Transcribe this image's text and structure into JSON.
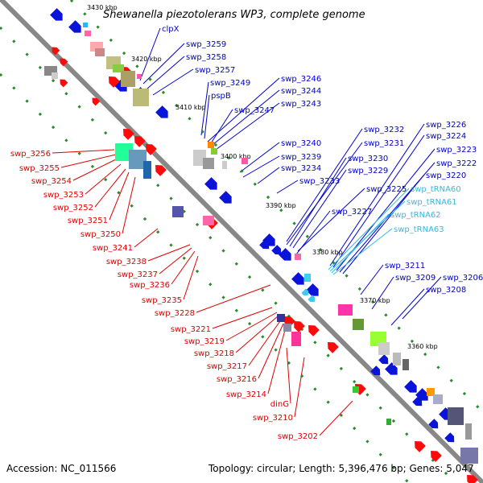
{
  "title": "Shewanella piezotolerans WP3, complete genome",
  "footer": {
    "accession": "Accession: NC_011566",
    "summary": "Topology: circular; Length: 5,396,476 bp; Genes: 5,047"
  },
  "colors": {
    "forward_label": "#0000cc",
    "reverse_label": "#dd0000",
    "trna_label": "#33bbdd",
    "backbone": "#888888",
    "cds_forward": "#0a14d8",
    "cds_reverse": "#ff0a0a",
    "trna": "#40c8ee",
    "tick_mark": "#2a8a2a"
  },
  "ticks": [
    "3430 kbp",
    "3420 kbp",
    "3410 kbp",
    "3400 kbp",
    "3390 kbp",
    "3380 kbp",
    "3370 kbp",
    "3360 kbp"
  ],
  "forward_labels": [
    "clpX",
    "swp_3259",
    "swp_3258",
    "swp_3257",
    "swp_3249",
    "pspB",
    "swp_3247",
    "swp_3246",
    "swp_3244",
    "swp_3243",
    "swp_3240",
    "swp_3239",
    "swp_3234",
    "swp_3233",
    "swp_3232",
    "swp_3231",
    "swp_3230",
    "swp_3229",
    "swp_3225",
    "swp_3227",
    "swp_3226",
    "swp_3224",
    "swp_3223",
    "swp_3222",
    "swp_3220",
    "swp_3211",
    "swp_3209",
    "swp_3206",
    "swp_3208"
  ],
  "trna_labels": [
    "swp_tRNA60",
    "swp_tRNA61",
    "swp_tRNA62",
    "swp_tRNA63"
  ],
  "reverse_labels": [
    "swp_3256",
    "swp_3255",
    "swp_3254",
    "swp_3253",
    "swp_3252",
    "swp_3251",
    "swp_3250",
    "swp_3241",
    "swp_3238",
    "swp_3237",
    "swp_3236",
    "swp_3235",
    "swp_3228",
    "swp_3221",
    "swp_3219",
    "swp_3218",
    "swp_3217",
    "swp_3216",
    "swp_3214",
    "dinG",
    "swp_3210",
    "swp_3202"
  ]
}
